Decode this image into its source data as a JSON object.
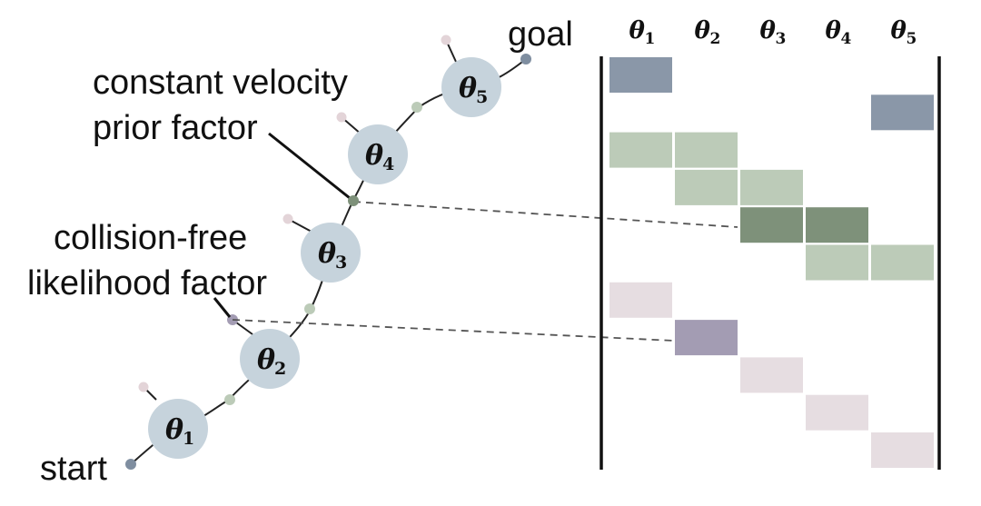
{
  "labels": {
    "goal": "goal",
    "start": "start",
    "cv_factor_line1": "constant velocity",
    "cv_factor_line2": "prior factor",
    "cf_factor_line1": "collision-free",
    "cf_factor_line2": "likelihood factor"
  },
  "theta_symbol": "θ",
  "states": [
    {
      "subscript": "1"
    },
    {
      "subscript": "2"
    },
    {
      "subscript": "3"
    },
    {
      "subscript": "4"
    },
    {
      "subscript": "5"
    }
  ],
  "matrix": {
    "column_headers": [
      {
        "symbol": "θ",
        "subscript": "1"
      },
      {
        "symbol": "θ",
        "subscript": "2"
      },
      {
        "symbol": "θ",
        "subscript": "3"
      },
      {
        "symbol": "θ",
        "subscript": "4"
      },
      {
        "symbol": "θ",
        "subscript": "5"
      }
    ],
    "rows": [
      {
        "cols": [
          1
        ],
        "kind": "prior"
      },
      {
        "cols": [
          5
        ],
        "kind": "prior"
      },
      {
        "cols": [
          1,
          2
        ],
        "kind": "velocity"
      },
      {
        "cols": [
          2,
          3
        ],
        "kind": "velocity"
      },
      {
        "cols": [
          3,
          4
        ],
        "kind": "velocity-highlight"
      },
      {
        "cols": [
          4,
          5
        ],
        "kind": "velocity"
      },
      {
        "cols": [
          1
        ],
        "kind": "collision"
      },
      {
        "cols": [
          2
        ],
        "kind": "collision-highlight"
      },
      {
        "cols": [
          3
        ],
        "kind": "collision"
      },
      {
        "cols": [
          4
        ],
        "kind": "collision"
      },
      {
        "cols": [
          5
        ],
        "kind": "collision"
      }
    ]
  },
  "colors": {
    "state_node": "#c6d3dc",
    "prior": "#8a97a8",
    "velocity": "#bccbb8",
    "velocity_highlight": "#7e917a",
    "collision": "#e6dde1",
    "collision_highlight": "#a39cb3",
    "velocity_factor_dot": "#bccbb8",
    "collision_factor_dot": "#e3d4d8",
    "endpoint_dot": "#7f8ea0"
  }
}
